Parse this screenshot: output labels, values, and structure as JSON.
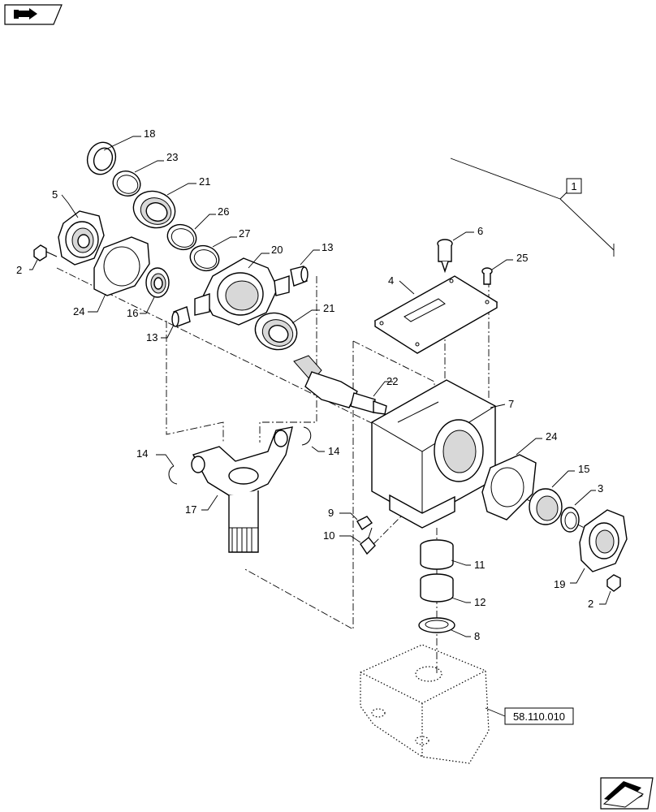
{
  "nav_icon": "hand-pointing-icon",
  "next_icon": "arrow-next-icon",
  "callouts": [
    {
      "id": "c18",
      "label": "18"
    },
    {
      "id": "c23",
      "label": "23"
    },
    {
      "id": "c21a",
      "label": "21"
    },
    {
      "id": "c5",
      "label": "5"
    },
    {
      "id": "c26",
      "label": "26"
    },
    {
      "id": "c27",
      "label": "27"
    },
    {
      "id": "c20",
      "label": "20"
    },
    {
      "id": "c13a",
      "label": "13"
    },
    {
      "id": "c2a",
      "label": "2"
    },
    {
      "id": "c24a",
      "label": "24"
    },
    {
      "id": "c16",
      "label": "16"
    },
    {
      "id": "c13b",
      "label": "13"
    },
    {
      "id": "c21b",
      "label": "21"
    },
    {
      "id": "c6",
      "label": "6"
    },
    {
      "id": "c25",
      "label": "25"
    },
    {
      "id": "c4",
      "label": "4"
    },
    {
      "id": "c22",
      "label": "22"
    },
    {
      "id": "c7",
      "label": "7"
    },
    {
      "id": "c14a",
      "label": "14"
    },
    {
      "id": "c14b",
      "label": "14"
    },
    {
      "id": "c17",
      "label": "17"
    },
    {
      "id": "c24b",
      "label": "24"
    },
    {
      "id": "c15",
      "label": "15"
    },
    {
      "id": "c3",
      "label": "3"
    },
    {
      "id": "c9",
      "label": "9"
    },
    {
      "id": "c10",
      "label": "10"
    },
    {
      "id": "c11",
      "label": "11"
    },
    {
      "id": "c12",
      "label": "12"
    },
    {
      "id": "c19",
      "label": "19"
    },
    {
      "id": "c2b",
      "label": "2"
    },
    {
      "id": "c8",
      "label": "8"
    }
  ],
  "assembly_ref": "1",
  "section_ref": "58.110.010"
}
